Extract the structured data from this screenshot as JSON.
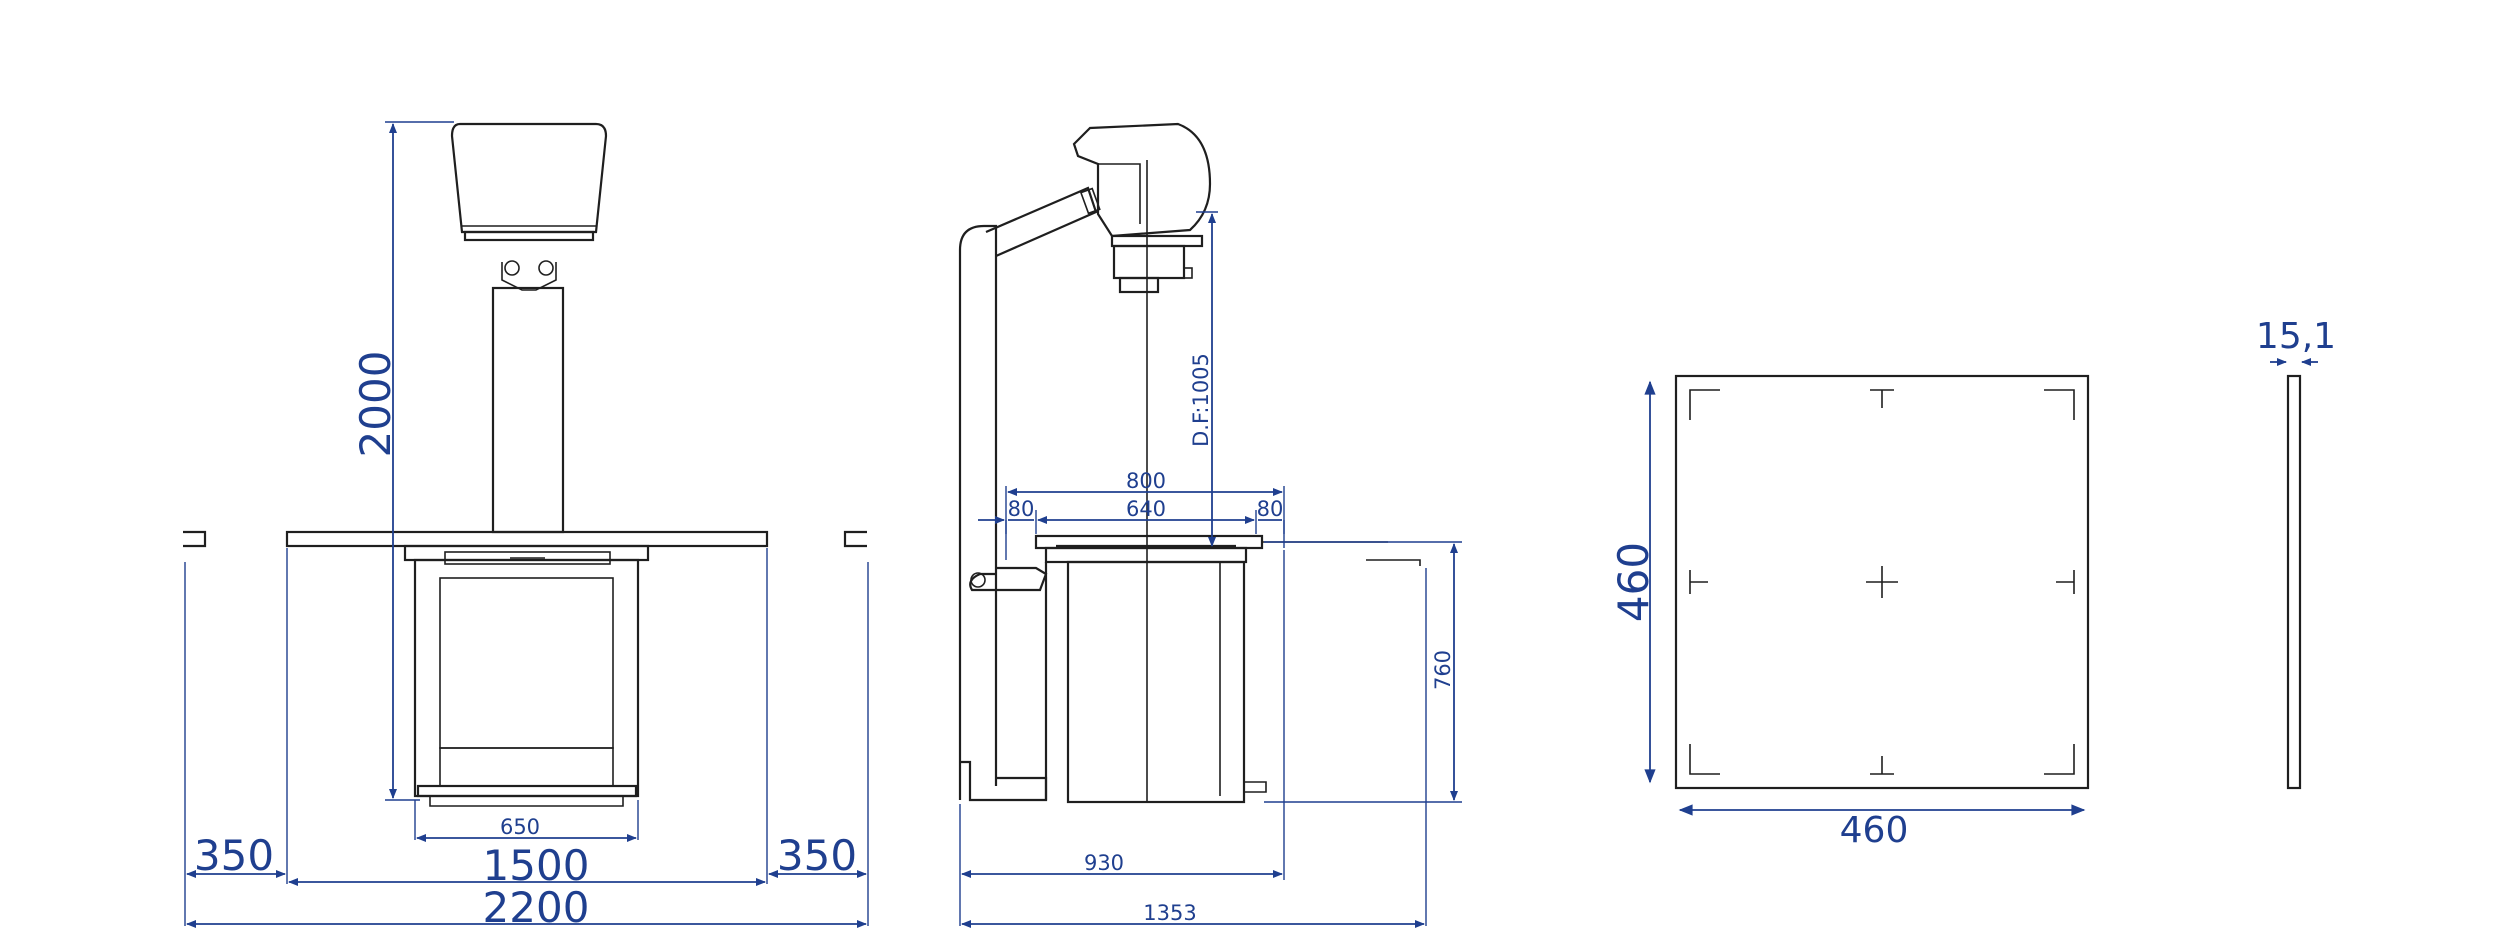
{
  "front_view": {
    "height_label": "2000",
    "inner_width_label": "650",
    "left_side_label": "350",
    "table_width_label": "1500",
    "right_side_label": "350",
    "overall_width_label": "2200"
  },
  "side_view": {
    "focus_distance_label": "D.F:1005",
    "top_width_label": "800",
    "left_margin_label": "80",
    "detector_width_label": "640",
    "right_margin_label": "80",
    "table_height_label": "760",
    "base_depth_label": "930",
    "overall_depth_label": "1353"
  },
  "detector_view": {
    "height_label": "460",
    "width_label": "460"
  },
  "thickness_view": {
    "thickness_label": "15,1"
  },
  "colors": {
    "line": "#1f1f1f",
    "dimension": "#1f3f8f"
  }
}
